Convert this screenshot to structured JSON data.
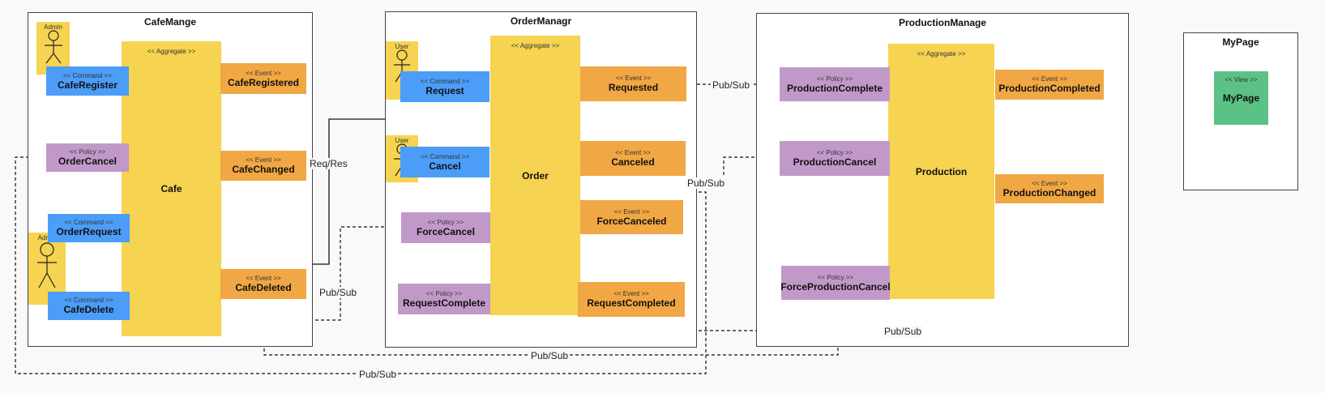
{
  "contexts": {
    "cafe": {
      "title": "CafeMange",
      "actor_top": "Admin",
      "actor_bottom": "Admin",
      "aggregate": {
        "stereotype": "<< Aggregate >>",
        "name": "Cafe"
      },
      "commands": [
        {
          "stereotype": "<< Command >>",
          "name": "CafeRegister"
        },
        {
          "stereotype": "<< Command >>",
          "name": "OrderRequest"
        },
        {
          "stereotype": "<< Command >>",
          "name": "CafeDelete"
        }
      ],
      "policies": [
        {
          "stereotype": "<< Policy >>",
          "name": "OrderCancel"
        }
      ],
      "events": [
        {
          "stereotype": "<< Event >>",
          "name": "CafeRegistered"
        },
        {
          "stereotype": "<< Event >>",
          "name": "CafeChanged"
        },
        {
          "stereotype": "<< Event >>",
          "name": "CafeDeleted"
        }
      ]
    },
    "order": {
      "title": "OrderManagr",
      "actor_top": "User",
      "actor_bottom": "User",
      "aggregate": {
        "stereotype": "<< Aggregate >>",
        "name": "Order"
      },
      "commands": [
        {
          "stereotype": "<< Command >>",
          "name": "Request"
        },
        {
          "stereotype": "<< Command >>",
          "name": "Cancel"
        }
      ],
      "policies": [
        {
          "stereotype": "<< Policy >>",
          "name": "ForceCancel"
        },
        {
          "stereotype": "<< Policy >>",
          "name": "RequestComplete"
        }
      ],
      "events": [
        {
          "stereotype": "<< Event >>",
          "name": "Requested"
        },
        {
          "stereotype": "<< Event >>",
          "name": "Canceled"
        },
        {
          "stereotype": "<< Event >>",
          "name": "ForceCanceled"
        },
        {
          "stereotype": "<< Event >>",
          "name": "RequestCompleted"
        }
      ]
    },
    "production": {
      "title": "ProductionManage",
      "aggregate": {
        "stereotype": "<< Aggregate >>",
        "name": "Production"
      },
      "policies": [
        {
          "stereotype": "<< Policy >>",
          "name": "ProductionComplete"
        },
        {
          "stereotype": "<< Policy >>",
          "name": "ProductionCancel"
        },
        {
          "stereotype": "<< Policy >>",
          "name": "ForceProductionCancel"
        }
      ],
      "events": [
        {
          "stereotype": "<< Event >>",
          "name": "ProductionCompleted"
        },
        {
          "stereotype": "<< Event >>",
          "name": "ProductionChanged"
        }
      ]
    },
    "mypage": {
      "title": "MyPage",
      "view": {
        "stereotype": "<< View >>",
        "name": "MyPage"
      }
    }
  },
  "connections": {
    "req_res": "Req/Res",
    "pubsub_requested": "Pub/Sub",
    "pubsub_canceled": "Pub/Sub",
    "pubsub_cafedeleted": "Pub/Sub",
    "pubsub_production": "Pub/Sub",
    "pubsub_forceprod": "Pub/Sub",
    "pubsub_ordercancel": "Pub/Sub"
  },
  "colors": {
    "aggregate": "#f6d350",
    "command": "#4b9df8",
    "event": "#f1a743",
    "policy": "#c199c9",
    "view": "#5bc185",
    "actor": "#f6d350"
  }
}
